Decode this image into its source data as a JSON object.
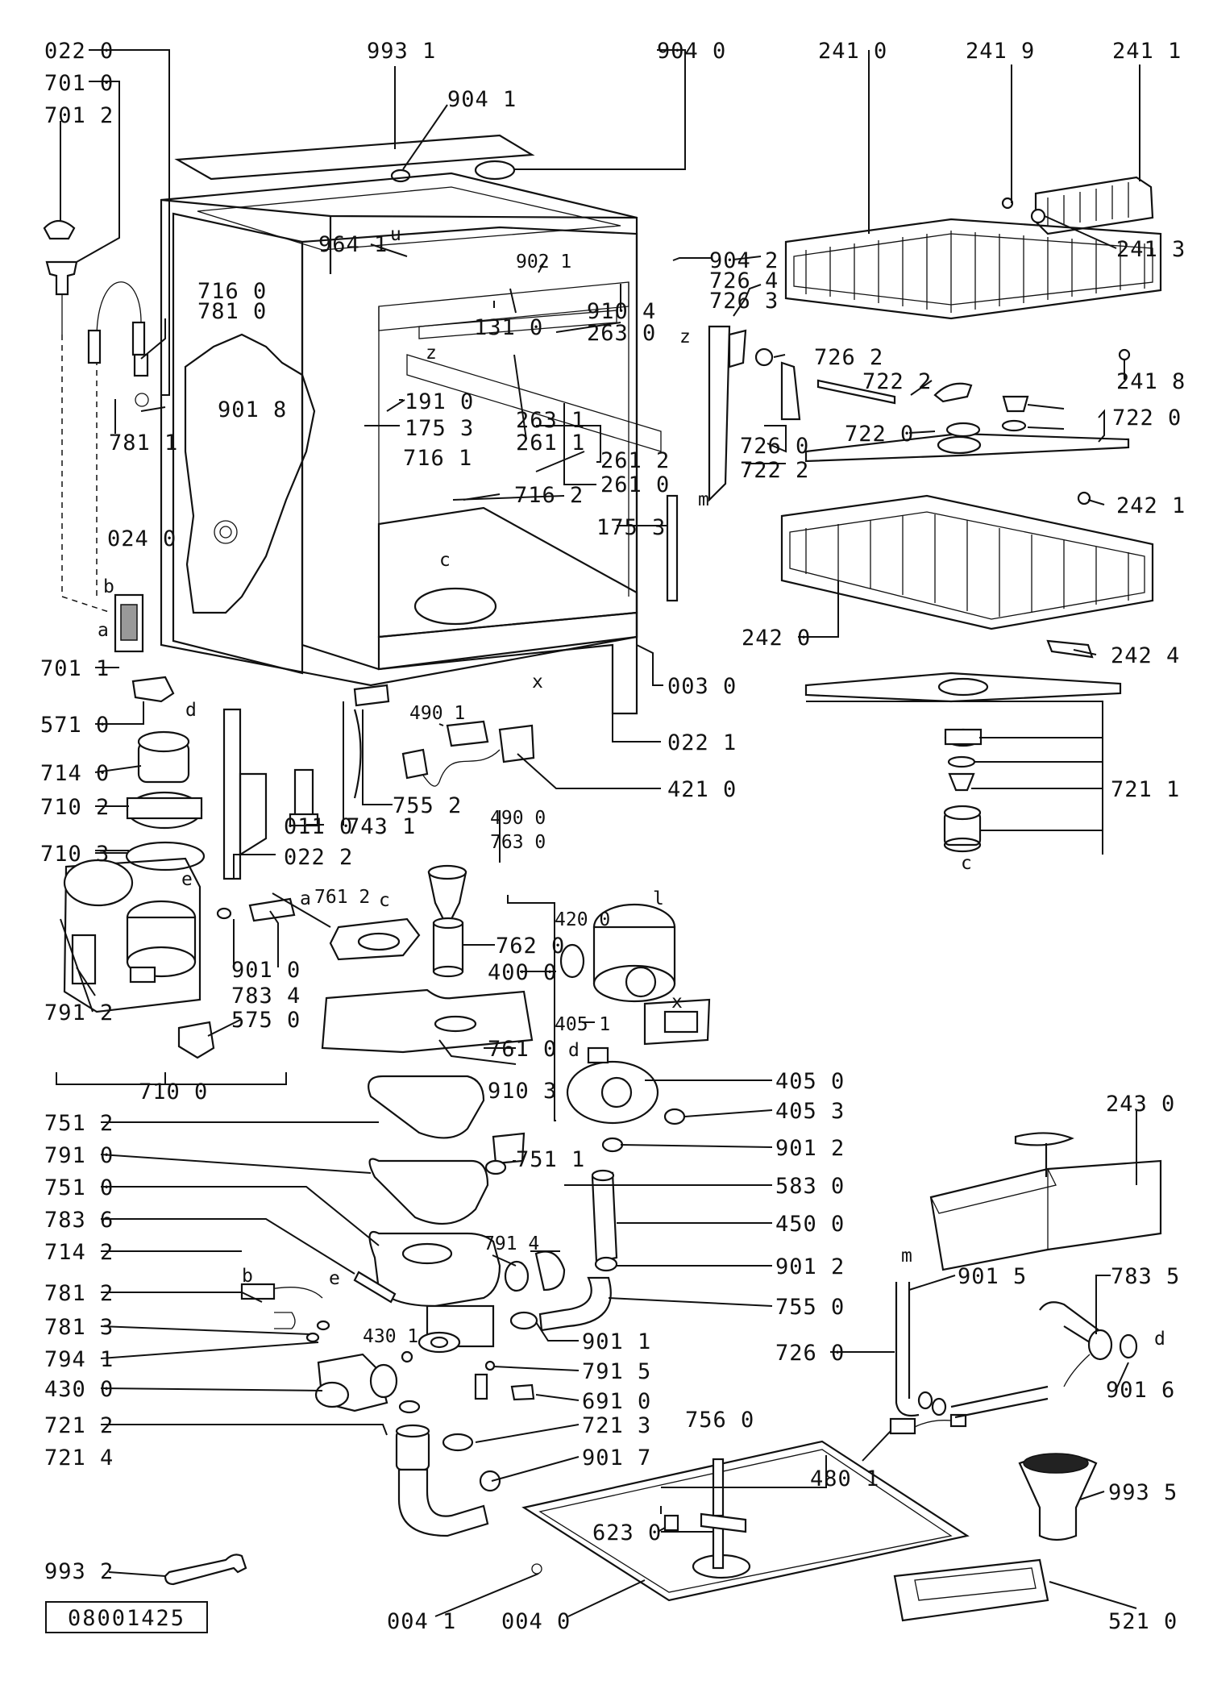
{
  "drawing_number": "08001425",
  "labels": {
    "l0220": "022 0",
    "l7010": "701 0",
    "l7012": "701 2",
    "l9931": "993 1",
    "l9040": "904 0",
    "l9041": "904 1",
    "l2410": "241 0",
    "l2419": "241 9",
    "l2411": "241 1",
    "l2413": "241 3",
    "l2418": "241 8",
    "l9641": "964 1",
    "l9021": "902 1",
    "l9042": "904 2",
    "l7264": "726 4",
    "l7263": "726 3",
    "l7160": "716 0",
    "l7810": "781 0",
    "l1310": "131 0",
    "l9104": "910 4",
    "l2630": "263 0",
    "l7262": "726 2",
    "l7222a": "722 2",
    "l7220a": "722 0",
    "l7220b": "722 0",
    "l9018": "901 8",
    "l7811": "781 1",
    "l1910": "191 0",
    "l1753a": "175 3",
    "l2631": "263 1",
    "l2611": "261 1",
    "l2612": "261 2",
    "l2610": "261 0",
    "l7260a": "726 0",
    "l7222b": "722 2",
    "l7161": "716 1",
    "l7162": "716 2",
    "l1753b": "175 3",
    "l2421": "242 1",
    "l0240": "024 0",
    "l2420": "242 0",
    "l2424": "242 4",
    "l7011": "701 1",
    "l0030": "003 0",
    "l5710": "571 0",
    "l4901": "490 1",
    "l0221": "022 1",
    "l7140": "714 0",
    "l4210": "421 0",
    "l7552": "755 2",
    "l7102": "710 2",
    "l7431": "743 1",
    "l7211": "721 1",
    "l0110": "011 0",
    "l4900": "490 0",
    "l7630": "763 0",
    "l0222": "022 2",
    "l7103": "710 3",
    "l7612": "761 2",
    "l4200": "420 0",
    "l7620": "762 0",
    "l4000": "400 0",
    "l9010": "901 0",
    "l7834": "783 4",
    "l7912": "791 2",
    "l5750": "575 0",
    "l4051": "405 1",
    "l7610": "761 0",
    "l9103": "910 3",
    "l7100": "710 0",
    "l4050": "405 0",
    "l4053": "405 3",
    "l7512": "751 2",
    "l2430": "243 0",
    "l9012a": "901 2",
    "l7910": "791 0",
    "l7511": "751 1",
    "l7510": "751 0",
    "l5830": "583 0",
    "l7836": "783 6",
    "l4500": "450 0",
    "l7914": "791 4",
    "l7142": "714 2",
    "l9012b": "901 2",
    "l7812": "781 2",
    "l9015": "901 5",
    "l7835": "783 5",
    "l7550": "755 0",
    "l7813": "781 3",
    "l9011": "901 1",
    "l7941": "794 1",
    "l4301": "430 1",
    "l7915": "791 5",
    "l7260b": "726 0",
    "l4300": "430 0",
    "l6910": "691 0",
    "l9016": "901 6",
    "l7212": "721 2",
    "l7213": "721 3",
    "l7560": "756 0",
    "l7214": "721 4",
    "l9017": "901 7",
    "l4801": "480 1",
    "l9935": "993 5",
    "l6230": "623 0",
    "l9932": "993 2",
    "l5210": "521 0",
    "l0041": "004 1",
    "l0040": "004 0"
  },
  "point_letters": {
    "z1": "z",
    "z2": "z",
    "u": "u",
    "m1": "m",
    "b1": "b",
    "a1": "a",
    "c1": "c",
    "d1": "d",
    "x1": "x",
    "e1": "e",
    "a2": "a",
    "c2": "c",
    "x2": "x",
    "d2": "d",
    "c3": "c",
    "b2": "b",
    "e2": "e",
    "m2": "m",
    "d3": "d",
    "l1": "l"
  }
}
